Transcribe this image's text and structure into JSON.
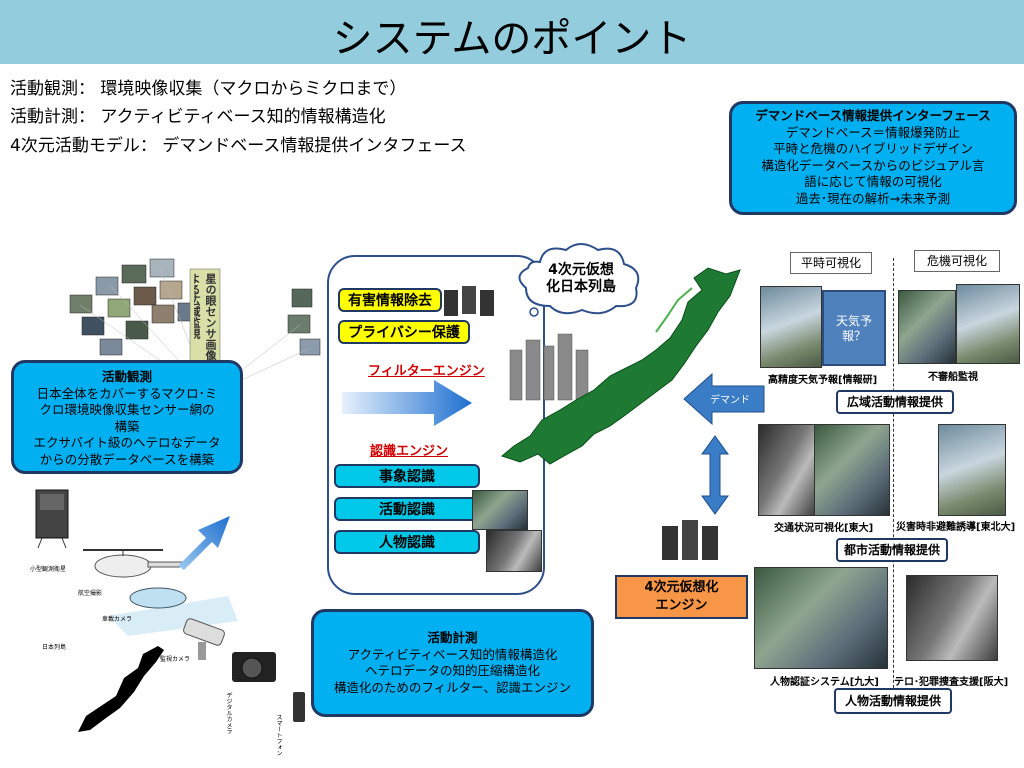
{
  "header": {
    "title": "システムのポイント"
  },
  "bullets": [
    "活動観測： 環境映像収集（マクロからミクロまで）",
    "活動計測： アクティビティベース知的情報構造化",
    "4次元活動モデル： デマンドベース情報提供インタフェース"
  ],
  "demand_interface_box": {
    "heading": "デマンドベース情報提供インターフェース",
    "lines": [
      "デマンドベース＝情報爆発防止",
      "平時と危機のハイブリッドデザイン",
      "構造化データベースからのビジュアル言",
      "語に応じて情報の可視化",
      "過去･現在の解析→未来予測"
    ]
  },
  "observation_box": {
    "heading": "活動観測",
    "lines": [
      "日本全体をカバーするマクロ･ミ",
      "クロ環境映像収集センサー網の",
      "構築",
      "エクサバイト級のヘテロなデータ",
      "からの分散データベースを構築"
    ]
  },
  "measurement_box": {
    "heading": "活動計測",
    "lines": [
      "アクティビティベース知的情報構造化",
      "ヘテロデータの知的圧縮構造化",
      "構造化のためのフィルター、認識エンジン"
    ]
  },
  "sensor_banner": "星の眼センサ画像による広域監視",
  "engine_panel": {
    "filter_buttons": [
      "有害情報除去",
      "プライバシー保護"
    ],
    "filter_engine": "フィルターエンジン",
    "recognition_engine": "認識エンジン",
    "recognition_buttons": [
      "事象認識",
      "活動認識",
      "人物認識"
    ]
  },
  "cloud_label": [
    "4次元仮想",
    "化日本列島"
  ],
  "demand_label": "デマンド",
  "virtual_engine": [
    "4次元仮想化",
    "エンジン"
  ],
  "viz_headers": {
    "normal": "平時可視化",
    "crisis": "危機可視化"
  },
  "weather_box": [
    "天気予",
    "報？"
  ],
  "captions": {
    "weather": "高精度天気予報[情報研]",
    "ship": "不審船監視",
    "traffic": "交通状況可視化[東大]",
    "disaster": "災害時非避難誘導[東北大]",
    "person_auth": "人物認証システム[九大]",
    "terror": "テロ･犯罪捜査支援[阪大]"
  },
  "info_labels": {
    "wide": "広域活動情報提供",
    "city": "都市活動情報提供",
    "person": "人物活動情報提供"
  },
  "small_labels": {
    "satellite": "小型観測衛星",
    "aerial": "航空撮影",
    "car_camera": "車載カメラ",
    "japan": "日本列島",
    "surveillance": "監視カメラ",
    "digital": "デジタルカメラ",
    "smartphone": "スマートフォン"
  },
  "colors": {
    "header": "#93cddd",
    "box_fill": "#00b0f0",
    "box_border": "#1f3864",
    "accent_orange": "#f79646",
    "japan_green": "#1e7a32"
  }
}
